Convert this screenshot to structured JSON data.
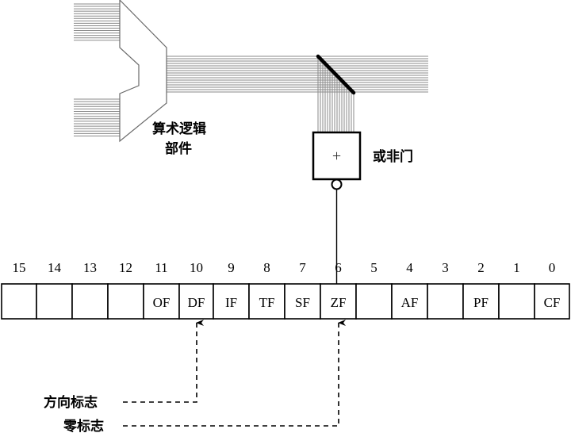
{
  "alu": {
    "label_line1": "算术逻辑",
    "label_line2": "部件"
  },
  "gate": {
    "symbol": "+",
    "label": "或非门"
  },
  "register": {
    "bits": [
      {
        "bit": "15",
        "flag": ""
      },
      {
        "bit": "14",
        "flag": ""
      },
      {
        "bit": "13",
        "flag": ""
      },
      {
        "bit": "12",
        "flag": ""
      },
      {
        "bit": "11",
        "flag": "OF"
      },
      {
        "bit": "10",
        "flag": "DF"
      },
      {
        "bit": "9",
        "flag": "IF"
      },
      {
        "bit": "8",
        "flag": "TF"
      },
      {
        "bit": "7",
        "flag": "SF"
      },
      {
        "bit": "6",
        "flag": "ZF"
      },
      {
        "bit": "5",
        "flag": ""
      },
      {
        "bit": "4",
        "flag": "AF"
      },
      {
        "bit": "3",
        "flag": ""
      },
      {
        "bit": "2",
        "flag": "PF"
      },
      {
        "bit": "1",
        "flag": ""
      },
      {
        "bit": "0",
        "flag": "CF"
      }
    ]
  },
  "annotations": {
    "direction_flag": "方向标志",
    "zero_flag": "零标志"
  },
  "colors": {
    "line": "#000000",
    "wire": "#8a8a8a"
  }
}
